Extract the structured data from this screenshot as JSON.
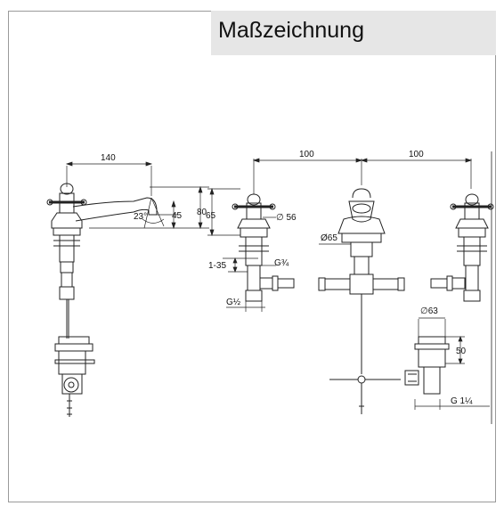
{
  "title": "Maßzeichnung",
  "dimensions": {
    "spout_reach": "140",
    "spacing_left": "100",
    "spacing_right": "100",
    "height_80": "80",
    "height_65": "65",
    "height_45": "45",
    "angle": "23°",
    "handle_dia": "∅ 56",
    "body_dia": "Ø65",
    "thread_34": "G¾",
    "range": "1-35",
    "thread_12": "G½",
    "drain_dia": "∅63",
    "drain_height": "50",
    "drain_thread": "G 1¼"
  }
}
